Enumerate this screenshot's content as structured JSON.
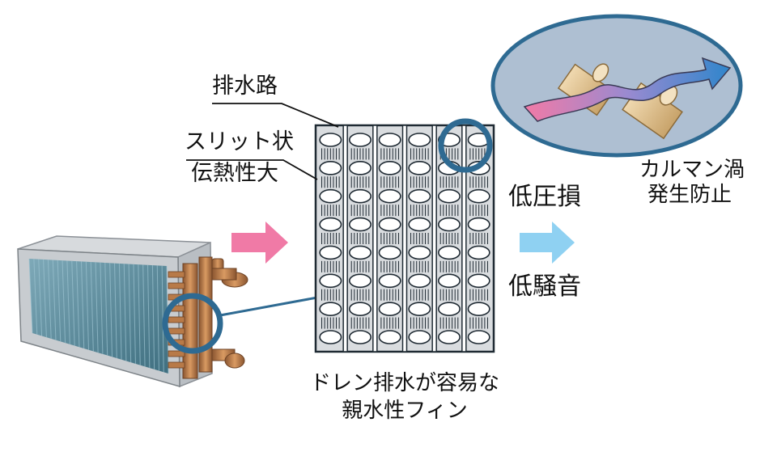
{
  "labels": {
    "drain_path": "排水路",
    "slit_line1": "スリット状",
    "slit_line2": "伝熱性大",
    "karman_line1": "カルマン渦",
    "karman_line2": "発生防止",
    "low_pressure_loss": "低圧損",
    "low_noise": "低騒音",
    "fin_caption_line1": "ドレン排水が容易な",
    "fin_caption_line2": "親水性フィン"
  },
  "colors": {
    "fin_fill": "#d9dcdf",
    "fin_stroke": "#1f2a33",
    "zoom_circle": "#2e6a92",
    "bubble_fill": "#aebfd2",
    "pink_arrow": "#f07aa6",
    "light_blue_arrow": "#8fd1f2",
    "airflow_gradient_start": "#f27aa6",
    "airflow_gradient_end": "#2f86cc",
    "tube_fill": "#e0c497",
    "coil_frame": "#c8ccd0",
    "coil_fins": "#5a8a9c",
    "copper": "#c88a56"
  }
}
